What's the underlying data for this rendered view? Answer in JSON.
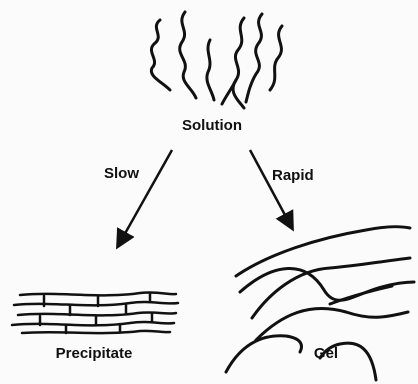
{
  "labels": {
    "solution": "Solution",
    "slow": "Slow",
    "rapid": "Rapid",
    "precipitate": "Precipitate",
    "gel": "Gel"
  },
  "colors": {
    "ink": "#111111",
    "background": "#fbfbfb"
  }
}
